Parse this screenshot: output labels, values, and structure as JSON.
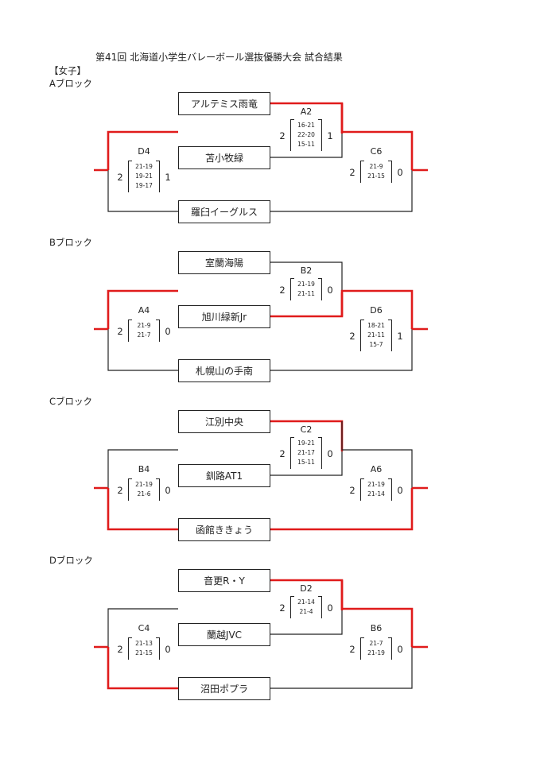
{
  "header": {
    "title": "第41回 北海道小学生バレーボール選抜優勝大会 試合結果",
    "section": "【女子】"
  },
  "blocks": [
    {
      "label": "Aブロック",
      "top_team": "アルテミス雨竜",
      "mid_team": "苫小牧緑",
      "bot_team": "羅臼イーグルス",
      "m1": {
        "label": "A2",
        "left": "2",
        "right": "1",
        "sets": [
          "16-21",
          "22-20",
          "15-11"
        ]
      },
      "m2": {
        "label": "D4",
        "left": "2",
        "right": "1",
        "sets": [
          "21-19",
          "19-21",
          "19-17"
        ]
      },
      "m3": {
        "label": "C6",
        "left": "2",
        "right": "0",
        "sets": [
          "21-9",
          "21-15"
        ]
      },
      "red": {
        "top": true,
        "m1out": "top",
        "m2out": "top",
        "m3in": "top"
      }
    },
    {
      "label": "Bブロック",
      "top_team": "室蘭海陽",
      "mid_team": "旭川緑新Jr",
      "bot_team": "札幌山の手南",
      "m1": {
        "label": "B2",
        "left": "2",
        "right": "0",
        "sets": [
          "21-19",
          "21-11"
        ]
      },
      "m2": {
        "label": "A4",
        "left": "2",
        "right": "0",
        "sets": [
          "21-9",
          "21-7"
        ]
      },
      "m3": {
        "label": "D6",
        "left": "2",
        "right": "1",
        "sets": [
          "18-21",
          "21-11",
          "15-7"
        ]
      },
      "red": {
        "top": false,
        "m1out": "bottom",
        "m2out": "top",
        "m3in": "top"
      }
    },
    {
      "label": "Cブロック",
      "top_team": "江別中央",
      "mid_team": "釧路AT1",
      "bot_team": "函館ききょう",
      "m1": {
        "label": "C2",
        "left": "2",
        "right": "0",
        "sets": [
          "19-21",
          "21-17",
          "15-11"
        ]
      },
      "m2": {
        "label": "B4",
        "left": "2",
        "right": "0",
        "sets": [
          "21-19",
          "21-6"
        ]
      },
      "m3": {
        "label": "A6",
        "left": "2",
        "right": "0",
        "sets": [
          "21-19",
          "21-14"
        ]
      },
      "red": {
        "top": true,
        "m1out": "top",
        "m2out": "bottom",
        "m3in": "bottom"
      }
    },
    {
      "label": "Dブロック",
      "top_team": "音更R・Y",
      "mid_team": "蘭越JVC",
      "bot_team": "沼田ポプラ",
      "m1": {
        "label": "D2",
        "left": "2",
        "right": "0",
        "sets": [
          "21-14",
          "21-4"
        ]
      },
      "m2": {
        "label": "C4",
        "left": "2",
        "right": "0",
        "sets": [
          "21-13",
          "21-15"
        ]
      },
      "m3": {
        "label": "B6",
        "left": "2",
        "right": "0",
        "sets": [
          "21-7",
          "21-19"
        ]
      },
      "red": {
        "top": true,
        "m1out": "top",
        "m2out": "bottom",
        "m3in": "top"
      }
    }
  ],
  "colors": {
    "win_line": "#e01b1b",
    "line": "#222222"
  }
}
